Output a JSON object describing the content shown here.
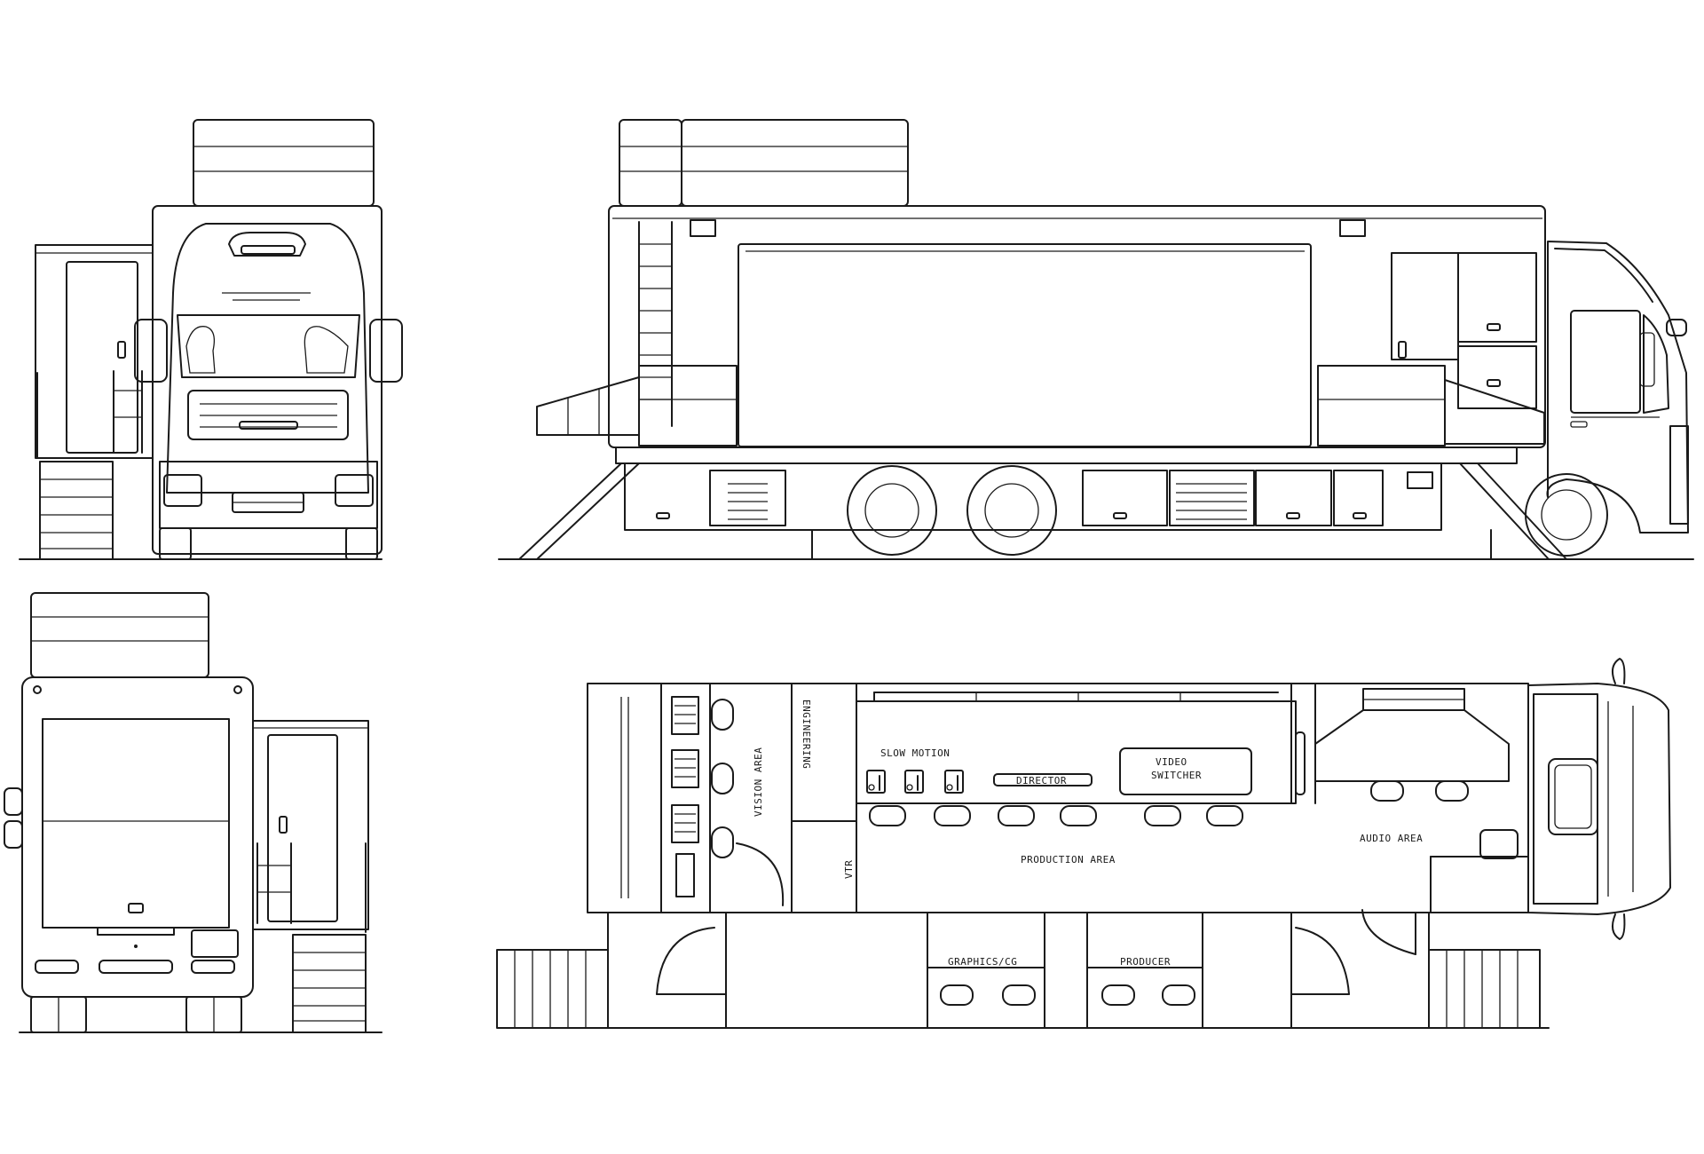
{
  "diagram": {
    "colors": {
      "line": "#1a1a1a",
      "background": "#ffffff"
    },
    "views": [
      "front-elevation",
      "side-elevation",
      "rear-elevation",
      "floor-plan"
    ],
    "floor_plan_labels": {
      "slow_motion": "SLOW MOTION",
      "director": "DIRECTOR",
      "video_switcher_1": "VIDEO",
      "video_switcher_2": "SWITCHER",
      "vision_area": "VISION AREA",
      "engineering": "ENGINEERING",
      "vtr": "VTR",
      "production_area": "PRODUCTION AREA",
      "audio_area": "AUDIO AREA",
      "graphics_cg": "GRAPHICS/CG",
      "producer": "PRODUCER"
    }
  }
}
